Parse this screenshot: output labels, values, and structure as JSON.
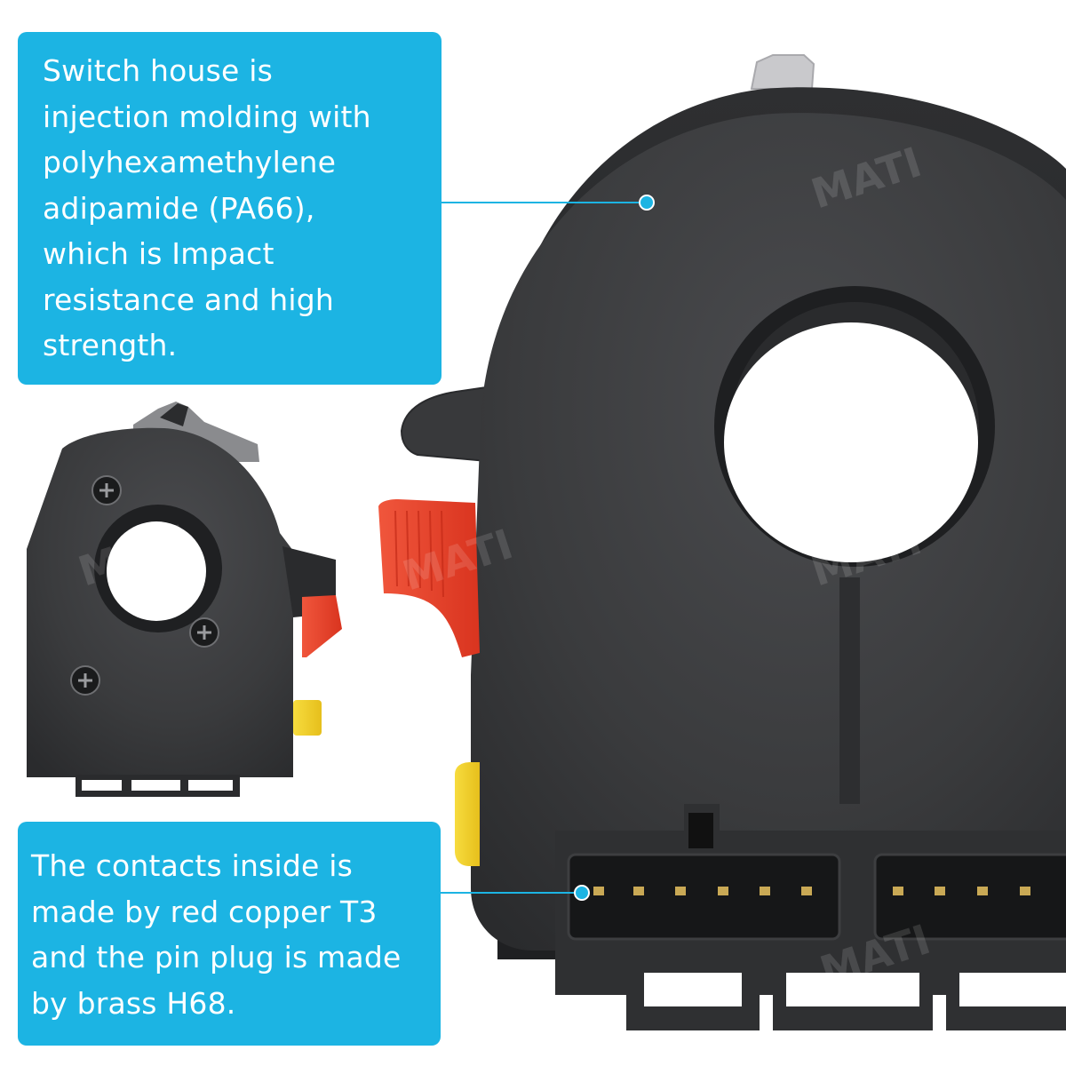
{
  "watermark": {
    "brand": "MATI"
  },
  "callouts": {
    "housing": "Switch house is\ninjection molding with\npolyhexamethylene\nadipamide (PA66),\nwhich is Impact\nresistance and high\nstrength.",
    "contacts": "The contacts inside is\nmade by red copper T3\nand the pin plug is made\nby brass H68."
  },
  "colors": {
    "callout_background": "#1cb4e3",
    "callout_text": "#ffffff",
    "leader_line": "#1cb4e3",
    "housing_plastic": "#3a3b3d",
    "red_tab": "#e8432c",
    "yellow_plug": "#f2d02c",
    "brass_pins": "#c9a955"
  },
  "icons": {
    "leader_dot": "callout-dot-icon",
    "screw": "screw-icon"
  }
}
